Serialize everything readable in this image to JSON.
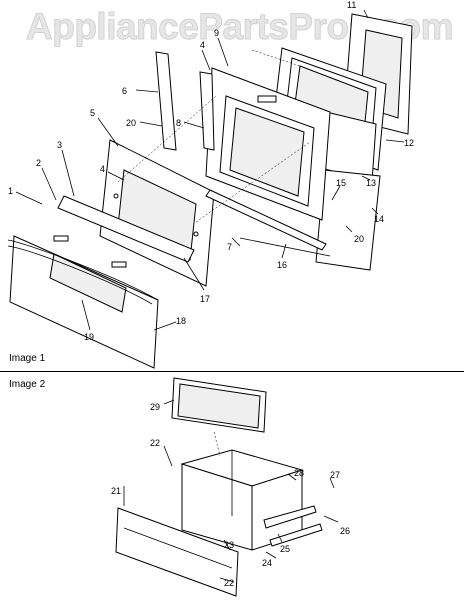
{
  "watermark": "AppliancePartsPros.com",
  "sections": [
    {
      "label": "Image 1"
    },
    {
      "label": "Image 2"
    }
  ],
  "callouts": {
    "c1": "1",
    "c2": "2",
    "c3": "3",
    "c4a": "4",
    "c4b": "4",
    "c5": "5",
    "c6": "6",
    "c7": "7",
    "c8": "8",
    "c9": "9",
    "c11": "11",
    "c12": "12",
    "c13": "13",
    "c14": "14",
    "c15": "15",
    "c16": "16",
    "c17": "17",
    "c18": "18",
    "c19": "19",
    "c20a": "20",
    "c20b": "20",
    "c21": "21",
    "c22a": "22",
    "c22b": "22",
    "c23": "23",
    "c24": "24",
    "c25": "25",
    "c26": "26",
    "c27": "27",
    "c28": "28",
    "c29": "29"
  }
}
